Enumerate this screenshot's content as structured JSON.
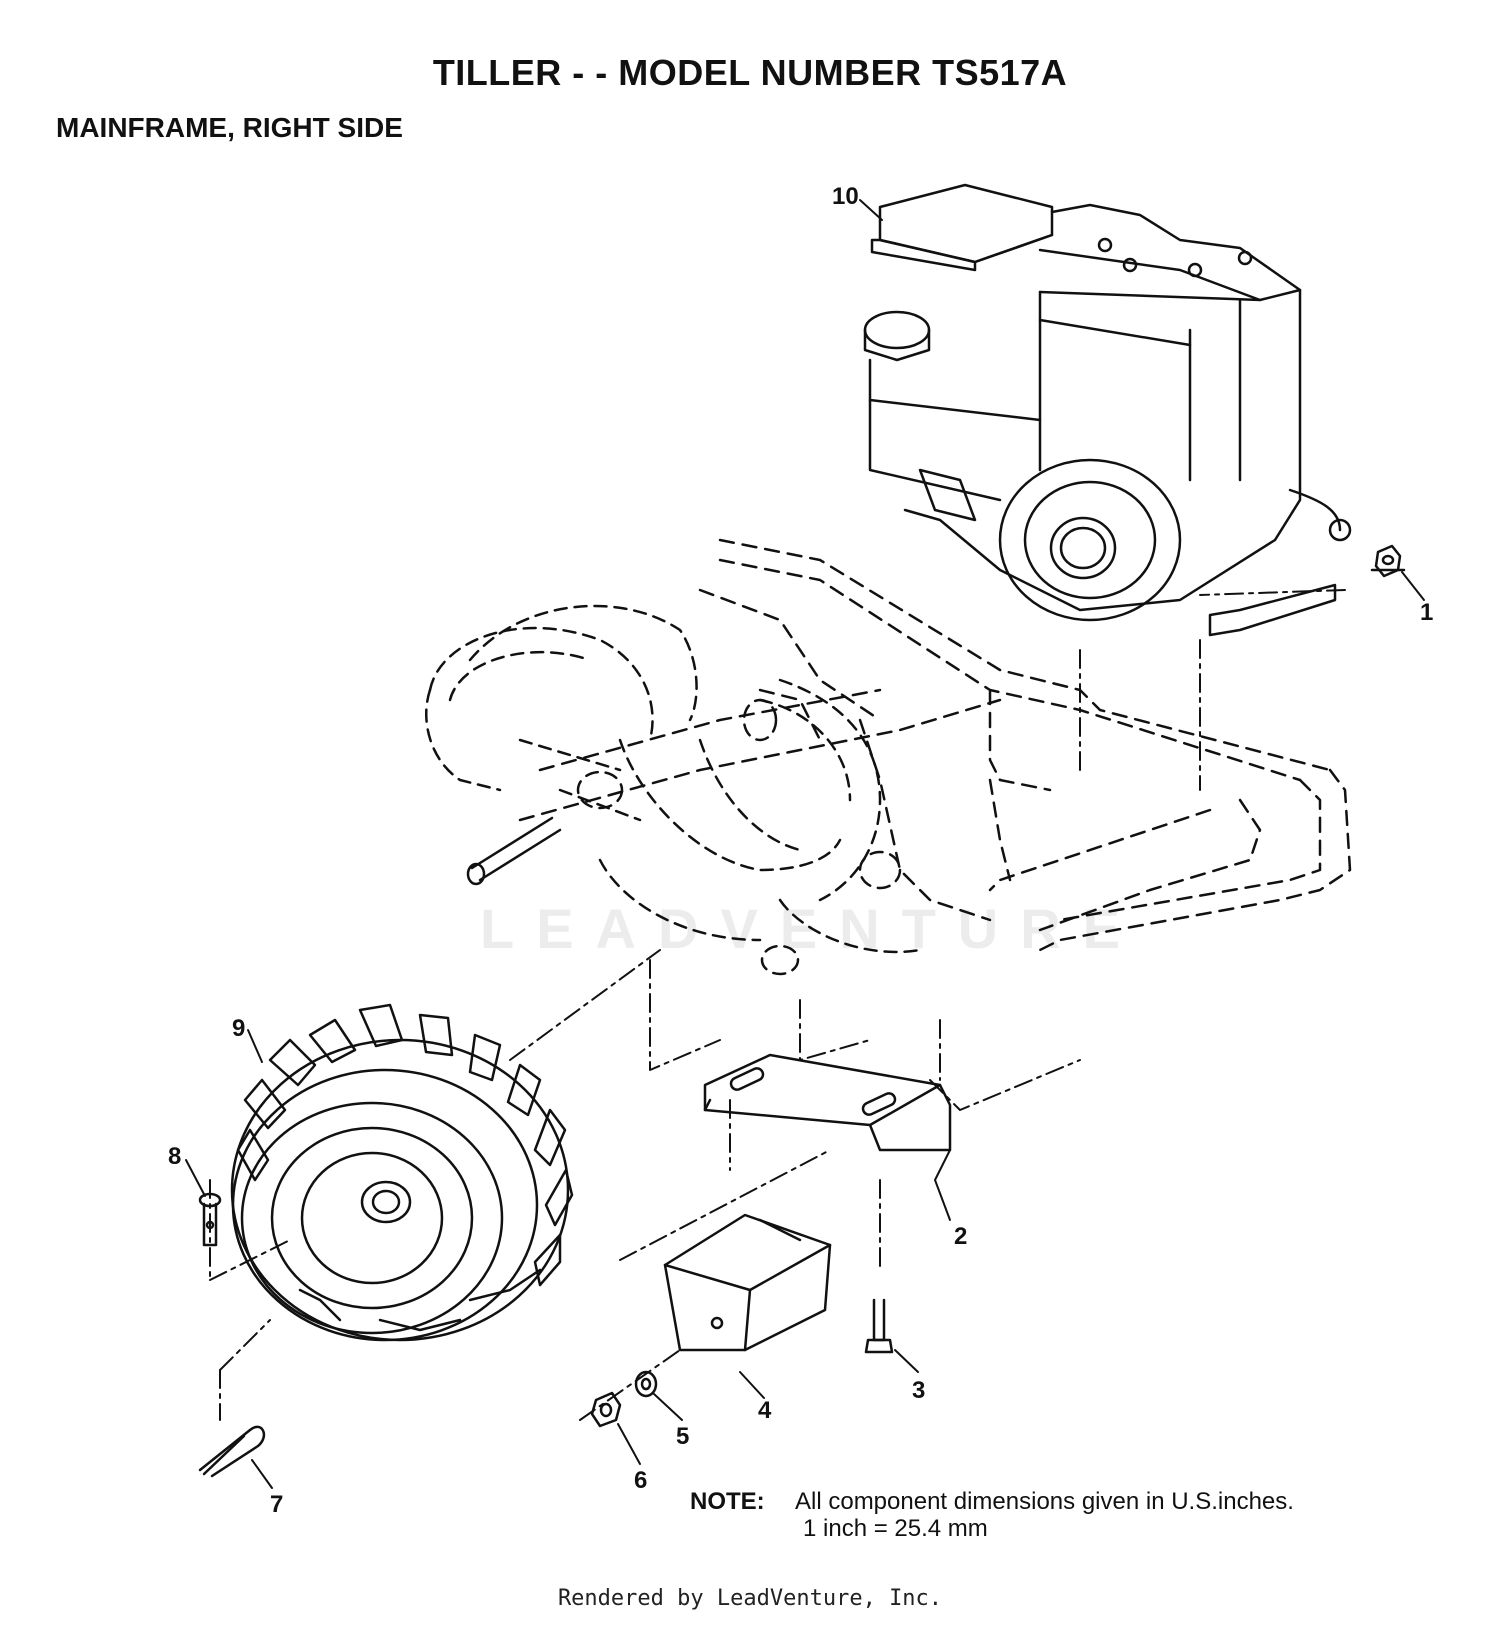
{
  "title": "TILLER - - MODEL NUMBER TS517A",
  "subtitle": "MAINFRAME, RIGHT SIDE",
  "watermark": "LEADVENTURE",
  "callouts": {
    "c1": "1",
    "c2": "2",
    "c3": "3",
    "c4": "4",
    "c5": "5",
    "c6": "6",
    "c7": "7",
    "c8": "8",
    "c9": "9",
    "c10": "10"
  },
  "parts": [
    "engine",
    "mainframe",
    "tine-assembly",
    "wheel",
    "bracket",
    "weight",
    "bolt",
    "nut",
    "washer",
    "hairpin-clip",
    "clevis-pin",
    "flange-nut"
  ],
  "note": {
    "label": "NOTE:",
    "line1": "All component dimensions given in U.S.inches.",
    "line2": "1 inch = 25.4 mm"
  },
  "footer": "Rendered by LeadVenture, Inc."
}
